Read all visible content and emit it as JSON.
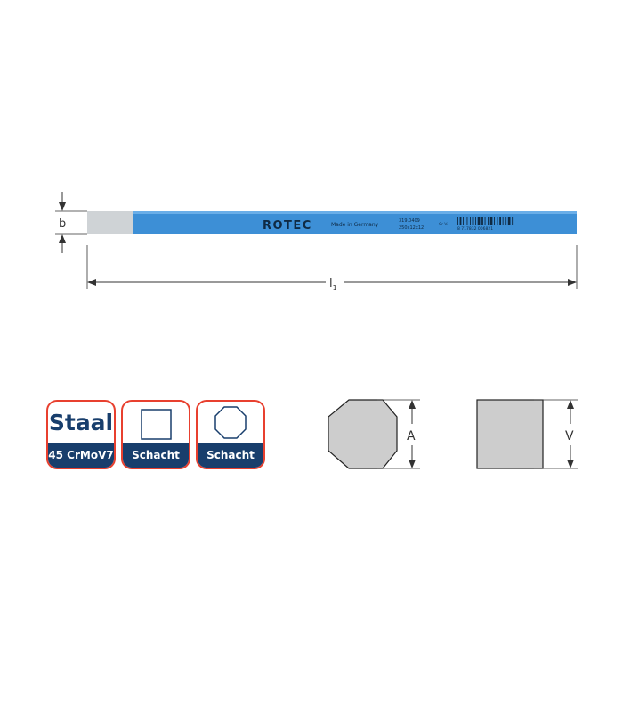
{
  "diagram": {
    "dim_b": "b",
    "dim_l1": "l",
    "dim_l1_sub": "1",
    "dim_A": "A",
    "dim_V": "V"
  },
  "chisel": {
    "brand": "ROTEC",
    "made_in": "Made in Germany",
    "code_line1": "319.0409",
    "code_line2": "250x12x12",
    "cr_mark": "Cr V.",
    "barcode_number": "8 717832 006821",
    "colors": {
      "body": "#3d8fd6",
      "blade": "#cfd3d6",
      "text": "#0f2a44"
    }
  },
  "badges": [
    {
      "name": "material",
      "top_text": "Staal",
      "bottom_text": "45 CrMoV7"
    },
    {
      "name": "square-shank",
      "icon": "square-icon",
      "bottom_text": "Schacht"
    },
    {
      "name": "octagon-shank",
      "icon": "octagon-icon",
      "bottom_text": "Schacht"
    }
  ],
  "colors": {
    "badge_border": "#e8402f",
    "badge_band": "#183e6c",
    "section_fill": "#cdcdcd"
  }
}
